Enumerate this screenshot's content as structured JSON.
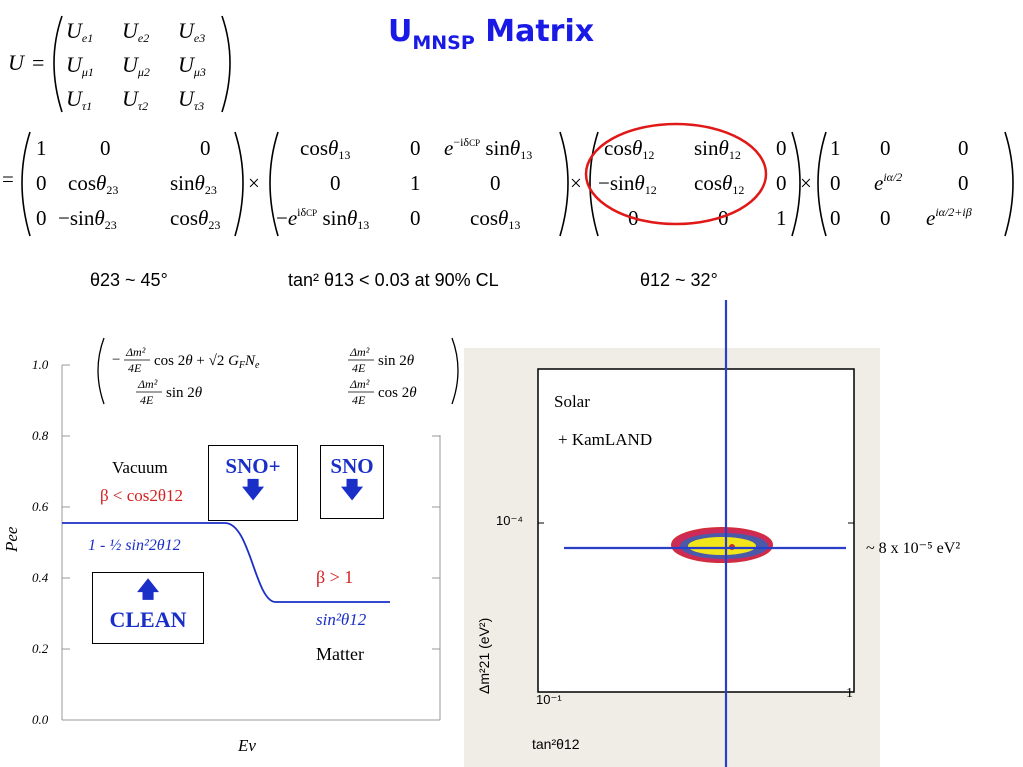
{
  "title": {
    "prefix": "U",
    "subscript": "MNSP",
    "rest": " Matrix"
  },
  "params": {
    "theta23": "θ23 ~ 45°",
    "theta13": "tan² θ13 < 0.03 at 90% CL",
    "theta12": "θ12 ~ 32°"
  },
  "left_plot": {
    "ylabel": "Pee",
    "xlabel": "Eν",
    "yticks": [
      "1.0",
      "0.8",
      "0.6",
      "0.4",
      "0.2",
      "0.0"
    ],
    "vacuum": "Vacuum",
    "beta_vac": "β < cos2θ12",
    "vac_formula": "1 - ½ sin²2θ12",
    "beta_matter": "β > 1",
    "matter_formula": "sin²θ12",
    "matter": "Matter",
    "clean": "CLEAN",
    "sno_plus": "SNO+",
    "sno": "SNO"
  },
  "right_plot": {
    "legend_line1": "Solar",
    "legend_line2": "+ KamLAND",
    "ytick": "10⁻⁴",
    "xtick_left": "10⁻¹",
    "xtick_right": "1",
    "ylabel": "Δm²21 (eV²)",
    "xlabel": "tan²θ12",
    "annotation": "~ 8 x 10⁻⁵ eV²"
  },
  "colors": {
    "title": "#1a1ae6",
    "accent_blue": "#1a2fc8",
    "accent_red": "#d32020",
    "panel_bg": "#f0ece6"
  }
}
